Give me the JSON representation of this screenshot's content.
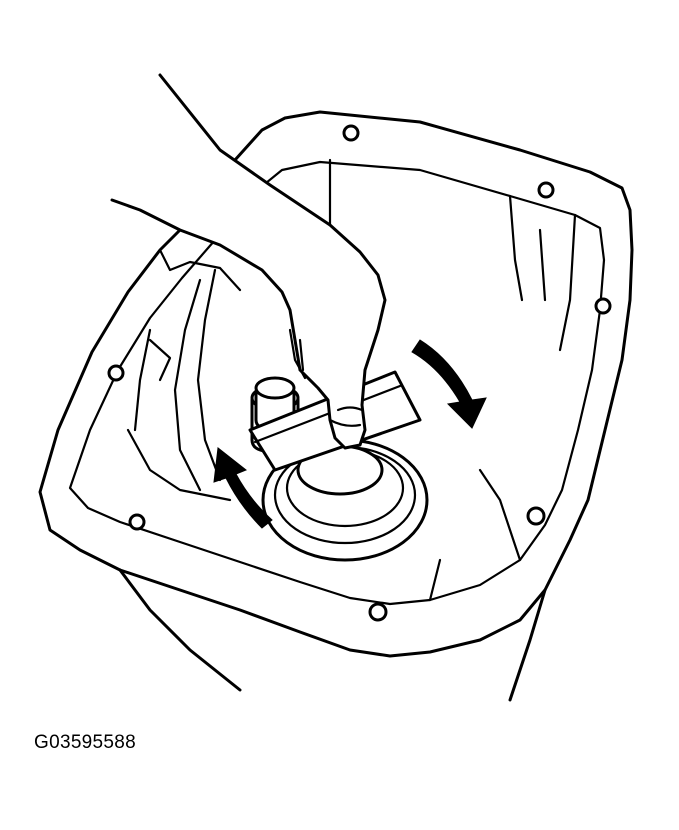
{
  "figure": {
    "code": "G03595588",
    "depicts": [
      "hand",
      "oil-pan",
      "drain-plug",
      "filter",
      "rotation-arrows"
    ]
  },
  "colors": {
    "ink": "#000000",
    "paper": "#ffffff"
  }
}
